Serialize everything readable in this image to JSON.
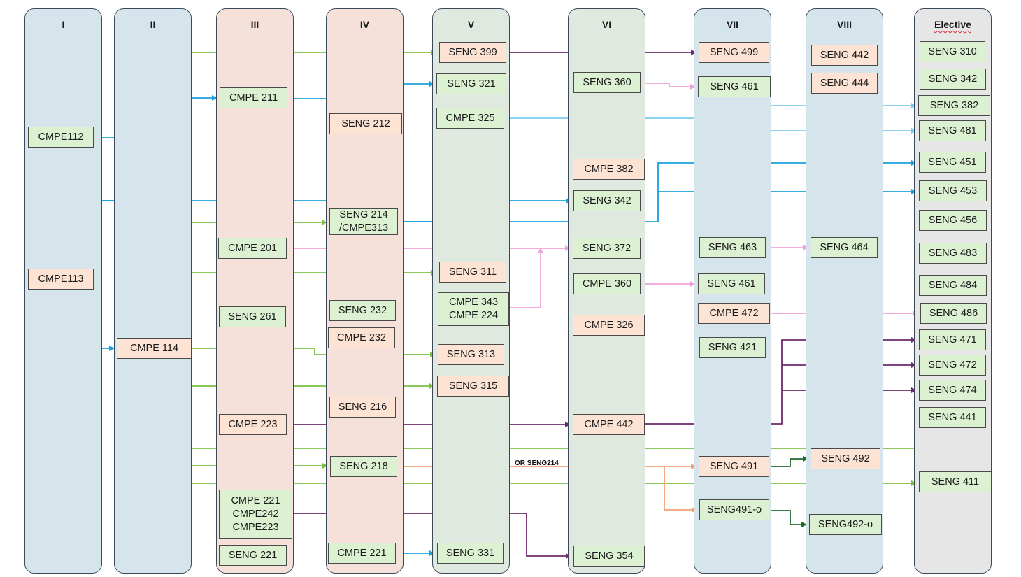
{
  "colors": {
    "blue": "#1aa0dc",
    "light_blue": "#7ccaf0",
    "green": "#7ac143",
    "pink": "#f2a0d8",
    "purple": "#6b2a6e",
    "orange": "#f4a070",
    "dark_green": "#1e6b2e",
    "column_blue": "#d6e4ec",
    "column_peach": "#f6e1da",
    "column_green": "#dfe9df",
    "column_gray": "#e6e6e6"
  },
  "columns": [
    {
      "id": "c1",
      "title": "I",
      "style": "blue"
    },
    {
      "id": "c2",
      "title": "II",
      "style": "blue"
    },
    {
      "id": "c3",
      "title": "III",
      "style": "peach"
    },
    {
      "id": "c4",
      "title": "IV",
      "style": "peach"
    },
    {
      "id": "c5",
      "title": "V",
      "style": "green"
    },
    {
      "id": "c6",
      "title": "VI",
      "style": "green"
    },
    {
      "id": "c7",
      "title": "VII",
      "style": "blue"
    },
    {
      "id": "c8",
      "title": "VIII",
      "style": "blue"
    },
    {
      "id": "c9",
      "title": "Elective",
      "style": "gray"
    }
  ],
  "courses": [
    {
      "id": "cmpe112",
      "label": "CMPE112",
      "fill": "green"
    },
    {
      "id": "cmpe113",
      "label": "CMPE113",
      "fill": "orange"
    },
    {
      "id": "cmpe114",
      "label": "CMPE 114",
      "fill": "orange"
    },
    {
      "id": "cmpe211",
      "label": "CMPE 211",
      "fill": "green"
    },
    {
      "id": "cmpe201",
      "label": "CMPE 201",
      "fill": "green"
    },
    {
      "id": "seng261",
      "label": "SENG 261",
      "fill": "green"
    },
    {
      "id": "cmpe223",
      "label": "CMPE 223",
      "fill": "orange"
    },
    {
      "id": "cmpe221_242_223",
      "label": "CMPE 221\nCMPE242\nCMPE223",
      "fill": "green"
    },
    {
      "id": "seng221",
      "label": "SENG 221",
      "fill": "green"
    },
    {
      "id": "seng212",
      "label": "SENG 212",
      "fill": "orange"
    },
    {
      "id": "seng214",
      "label": "SENG 214\n/CMPE313",
      "fill": "green"
    },
    {
      "id": "seng232",
      "label": "SENG 232",
      "fill": "green"
    },
    {
      "id": "cmpe232",
      "label": "CMPE 232",
      "fill": "orange"
    },
    {
      "id": "seng216",
      "label": "SENG 216",
      "fill": "orange"
    },
    {
      "id": "seng218",
      "label": "SENG 218",
      "fill": "green"
    },
    {
      "id": "cmpe221",
      "label": "CMPE 221",
      "fill": "green"
    },
    {
      "id": "seng399",
      "label": "SENG 399",
      "fill": "orange"
    },
    {
      "id": "seng321",
      "label": "SENG 321",
      "fill": "green"
    },
    {
      "id": "cmpe325",
      "label": "CMPE 325",
      "fill": "green"
    },
    {
      "id": "seng311",
      "label": "SENG 311",
      "fill": "orange"
    },
    {
      "id": "cmpe343_224",
      "label": "CMPE 343\nCMPE 224",
      "fill": "green"
    },
    {
      "id": "seng313",
      "label": "SENG 313",
      "fill": "orange"
    },
    {
      "id": "seng315",
      "label": "SENG 315",
      "fill": "orange"
    },
    {
      "id": "seng331",
      "label": "SENG 331",
      "fill": "green"
    },
    {
      "id": "seng360a",
      "label": "SENG 360",
      "fill": "green"
    },
    {
      "id": "cmpe382",
      "label": "CMPE 382",
      "fill": "orange"
    },
    {
      "id": "seng342",
      "label": "SENG 342",
      "fill": "green"
    },
    {
      "id": "seng372",
      "label": "SENG 372",
      "fill": "green"
    },
    {
      "id": "cmpe360",
      "label": "CMPE 360",
      "fill": "green"
    },
    {
      "id": "cmpe326",
      "label": "CMPE 326",
      "fill": "orange"
    },
    {
      "id": "cmpe442",
      "label": "CMPE 442",
      "fill": "orange"
    },
    {
      "id": "seng354",
      "label": "SENG 354",
      "fill": "green"
    },
    {
      "id": "seng499",
      "label": "SENG 499",
      "fill": "orange"
    },
    {
      "id": "seng461a",
      "label": "SENG 461",
      "fill": "green"
    },
    {
      "id": "seng463",
      "label": "SENG 463",
      "fill": "green"
    },
    {
      "id": "seng461b",
      "label": "SENG 461",
      "fill": "green"
    },
    {
      "id": "cmpe472",
      "label": "CMPE 472",
      "fill": "orange"
    },
    {
      "id": "seng421",
      "label": "SENG 421",
      "fill": "green"
    },
    {
      "id": "seng491",
      "label": "SENG 491",
      "fill": "orange"
    },
    {
      "id": "seng491o",
      "label": "SENG491-o",
      "fill": "green"
    },
    {
      "id": "seng442",
      "label": "SENG 442",
      "fill": "orange"
    },
    {
      "id": "seng444",
      "label": "SENG 444",
      "fill": "orange"
    },
    {
      "id": "seng464",
      "label": "SENG 464",
      "fill": "green"
    },
    {
      "id": "seng492",
      "label": "SENG 492",
      "fill": "orange"
    },
    {
      "id": "seng492o",
      "label": "SENG492-o",
      "fill": "green"
    },
    {
      "id": "e310",
      "label": "SENG 310",
      "fill": "green"
    },
    {
      "id": "e342",
      "label": "SENG 342",
      "fill": "green"
    },
    {
      "id": "e382",
      "label": "SENG 382",
      "fill": "green"
    },
    {
      "id": "e481",
      "label": "SENG 481",
      "fill": "green"
    },
    {
      "id": "e451",
      "label": "SENG 451",
      "fill": "green"
    },
    {
      "id": "e453",
      "label": "SENG 453",
      "fill": "green"
    },
    {
      "id": "e456",
      "label": "SENG 456",
      "fill": "green"
    },
    {
      "id": "e483",
      "label": "SENG 483",
      "fill": "green"
    },
    {
      "id": "e484",
      "label": "SENG 484",
      "fill": "green"
    },
    {
      "id": "e486",
      "label": "SENG 486",
      "fill": "green"
    },
    {
      "id": "e471",
      "label": "SENG 471",
      "fill": "green"
    },
    {
      "id": "e472",
      "label": "SENG 472",
      "fill": "green"
    },
    {
      "id": "e474",
      "label": "SENG 474",
      "fill": "green"
    },
    {
      "id": "e441",
      "label": "SENG 441",
      "fill": "green"
    },
    {
      "id": "e411",
      "label": "SENG 411",
      "fill": "green"
    }
  ],
  "annotations": {
    "or_seng214": "OR SENG214"
  }
}
